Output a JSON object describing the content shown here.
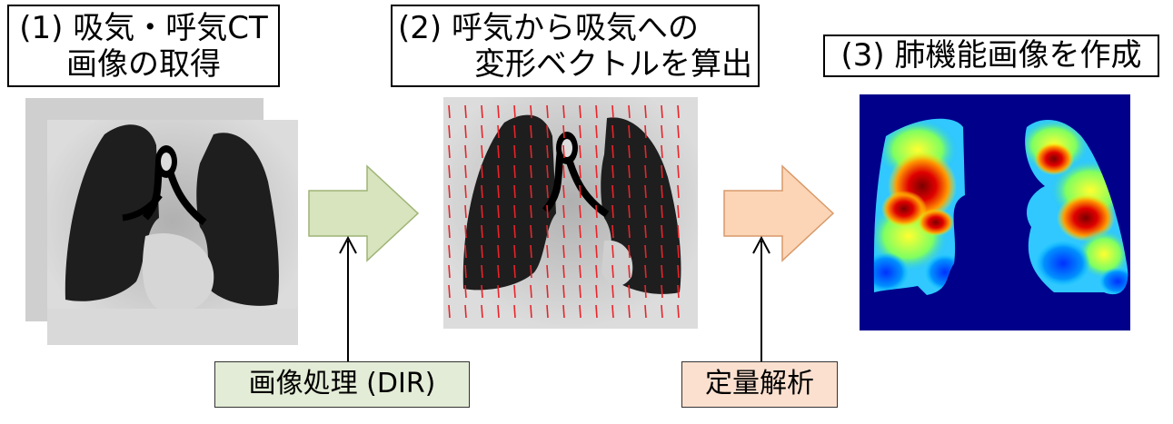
{
  "steps": [
    {
      "line1": "(1) 吸気・呼気CT",
      "line2": "画像の取得"
    },
    {
      "line1": "(2) 呼気から吸気への",
      "line2": "変形ベクトルを算出"
    },
    {
      "line1": "(3) 肺機能画像を作成"
    }
  ],
  "processes": [
    {
      "label": "画像処理 (DIR)",
      "color": "#e3ecd6"
    },
    {
      "label": "定量解析",
      "color": "#fbe0cf"
    }
  ],
  "colors": {
    "arrow1": "#d7e4bd",
    "arrow2": "#fbd5b5",
    "vector": "#e8242a",
    "map_background": "#00008b"
  }
}
